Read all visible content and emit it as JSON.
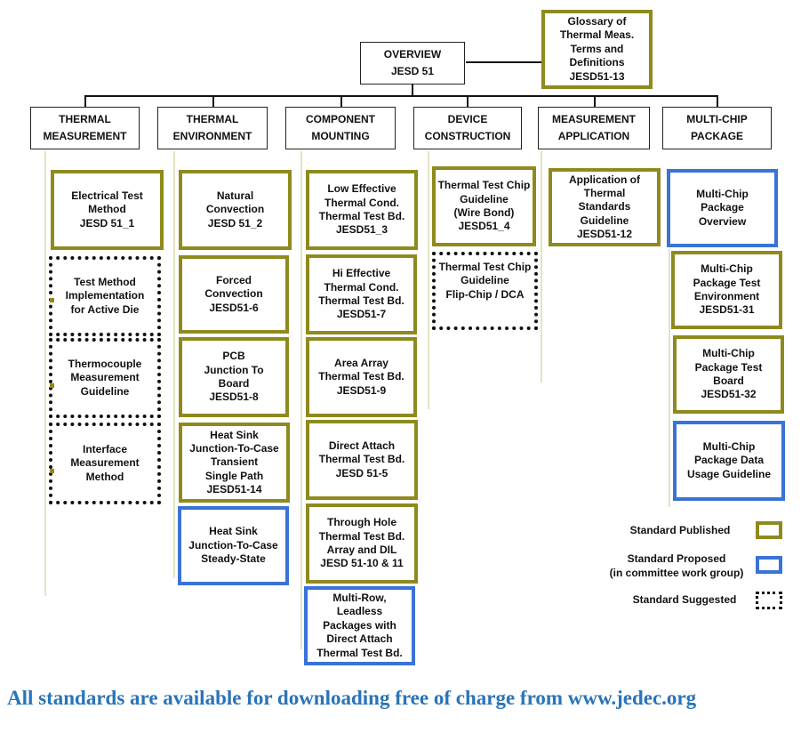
{
  "overview": {
    "lines": [
      "OVERVIEW",
      "JESD 51"
    ]
  },
  "glossary": {
    "lines": [
      "Glossary of",
      "Thermal Meas.",
      "Terms and",
      "Definitions",
      "JESD51-13"
    ]
  },
  "columns": [
    {
      "lines": [
        "THERMAL",
        "MEASUREMENT"
      ]
    },
    {
      "lines": [
        "THERMAL",
        "ENVIRONMENT"
      ]
    },
    {
      "lines": [
        "COMPONENT",
        "MOUNTING"
      ]
    },
    {
      "lines": [
        "DEVICE",
        "CONSTRUCTION"
      ]
    },
    {
      "lines": [
        "MEASUREMENT",
        "APPLICATION"
      ]
    },
    {
      "lines": [
        "MULTI-CHIP",
        "PACKAGE"
      ]
    }
  ],
  "standards": [
    {
      "id": "jesd51-1",
      "status": "published",
      "lines": [
        "Electrical Test",
        "Method",
        "JESD 51_1"
      ]
    },
    {
      "id": "test-method-active-die",
      "status": "suggested",
      "lines": [
        "Test Method",
        "Implementation",
        "for Active Die"
      ]
    },
    {
      "id": "thermocouple",
      "status": "suggested",
      "lines": [
        "Thermocouple",
        "Measurement",
        "Guideline"
      ]
    },
    {
      "id": "interface-measurement",
      "status": "suggested",
      "lines": [
        "Interface",
        "Measurement",
        "Method"
      ]
    },
    {
      "id": "jesd51-2",
      "status": "published",
      "lines": [
        "Natural",
        "Convection",
        "JESD 51_2"
      ]
    },
    {
      "id": "jesd51-6",
      "status": "published",
      "lines": [
        "Forced",
        "Convection",
        "JESD51-6"
      ]
    },
    {
      "id": "jesd51-8",
      "status": "published",
      "lines": [
        "PCB",
        "Junction To",
        "Board",
        "JESD51-8"
      ]
    },
    {
      "id": "jesd51-14",
      "status": "published",
      "lines": [
        "Heat Sink",
        "Junction-To-Case",
        "Transient",
        "Single Path",
        "JESD51-14"
      ]
    },
    {
      "id": "heat-sink-steady",
      "status": "proposed",
      "lines": [
        "Heat Sink",
        "Junction-To-Case",
        "Steady-State"
      ]
    },
    {
      "id": "jesd51-3",
      "status": "published",
      "lines": [
        "Low Effective",
        "Thermal Cond.",
        "Thermal Test Bd.",
        "JESD51_3"
      ]
    },
    {
      "id": "jesd51-7",
      "status": "published",
      "lines": [
        "Hi Effective",
        "Thermal Cond.",
        "Thermal Test Bd.",
        "JESD51-7"
      ]
    },
    {
      "id": "jesd51-9",
      "status": "published",
      "lines": [
        "Area Array",
        "Thermal Test Bd.",
        "JESD51-9"
      ]
    },
    {
      "id": "jesd51-5",
      "status": "published",
      "lines": [
        "Direct Attach",
        "Thermal Test Bd.",
        "JESD 51-5"
      ]
    },
    {
      "id": "jesd51-10-11",
      "status": "published",
      "lines": [
        "Through Hole",
        "Thermal Test Bd.",
        "Array and DIL",
        "JESD 51-10 & 11"
      ]
    },
    {
      "id": "multi-row-leadless",
      "status": "proposed",
      "lines": [
        "Multi-Row,",
        "Leadless",
        "Packages with",
        "Direct Attach",
        "Thermal Test Bd."
      ]
    },
    {
      "id": "jesd51-4",
      "status": "published",
      "lines": [
        "Thermal Test Chip",
        "Guideline",
        "(Wire Bond)",
        "JESD51_4"
      ]
    },
    {
      "id": "flip-chip-dca",
      "status": "suggested",
      "lines": [
        "Thermal Test Chip",
        "Guideline",
        "Flip-Chip / DCA"
      ]
    },
    {
      "id": "jesd51-12",
      "status": "published",
      "lines": [
        "Application of",
        "Thermal",
        "Standards",
        "Guideline",
        "JESD51-12"
      ]
    },
    {
      "id": "multi-chip-overview",
      "status": "proposed",
      "lines": [
        "Multi-Chip",
        "Package",
        "Overview"
      ]
    },
    {
      "id": "jesd51-31",
      "status": "published",
      "lines": [
        "Multi-Chip",
        "Package Test",
        "Environment",
        "JESD51-31"
      ]
    },
    {
      "id": "jesd51-32",
      "status": "published",
      "lines": [
        "Multi-Chip",
        "Package Test",
        "Board",
        "JESD51-32"
      ]
    },
    {
      "id": "multi-chip-data",
      "status": "proposed",
      "lines": [
        "Multi-Chip",
        "Package Data",
        "Usage Guideline"
      ]
    }
  ],
  "legend": [
    {
      "status": "published",
      "lines": [
        "Standard Published"
      ]
    },
    {
      "status": "proposed",
      "lines": [
        "Standard Proposed",
        "(in committee work group)"
      ]
    },
    {
      "status": "suggested",
      "lines": [
        "Standard Suggested"
      ]
    }
  ],
  "colors": {
    "published": "#8f8a1e",
    "proposed": "#3a73d6",
    "suggested": "#111111",
    "footer": "#2a74b8"
  },
  "footer": "All standards are available for downloading free of charge from www.jedec.org"
}
